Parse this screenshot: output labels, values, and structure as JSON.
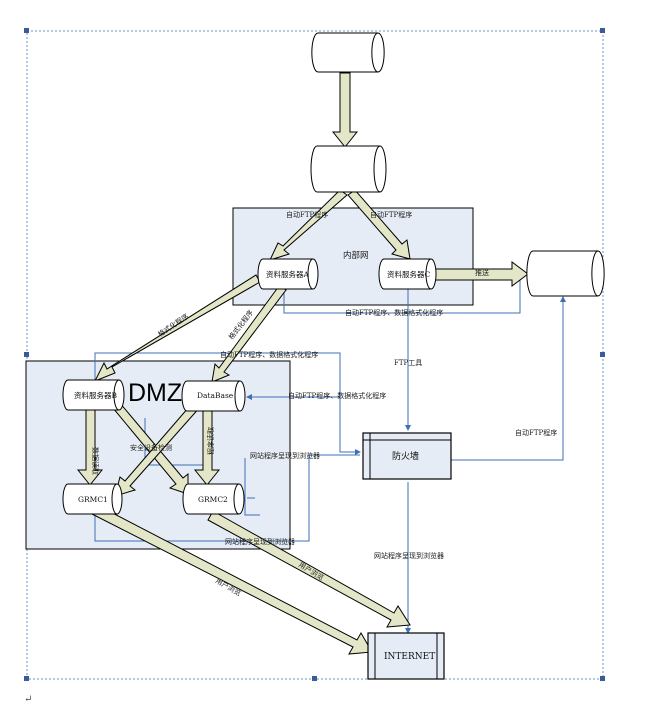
{
  "zones": {
    "internal": "内部网",
    "dmz": "DMZ"
  },
  "nodes": {
    "server_a": "资料服务器A",
    "server_c": "资料服务器C",
    "server_b": "资料服务器B",
    "database": "DataBase",
    "grmc1": "GRMC1",
    "grmc2": "GRMC2",
    "firewall": "防火墙",
    "internet": "INTERNET"
  },
  "labels": {
    "auto_ftp_1": "自动FTP程序",
    "auto_ftp_2": "自动FTP程序",
    "auto_ftp_format_1": "自动FTP程序、数据格式化程序",
    "auto_ftp_format_2": "自动FTP程序、数据格式化程序",
    "auto_ftp_format_3": "自动FTP程序、数据格式化程序",
    "auto_ftp_right": "自动FTP程序",
    "format_program": "格式化程序",
    "format_program_2": "格式化程序",
    "push": "推送",
    "ftp_tool": "FTP工具",
    "web_present_1": "网站程序呈现到浏览器",
    "web_present_2": "网站程序呈现到浏览器",
    "web_present_3": "网站程序呈现到浏览器",
    "user_browse_1": "用户浏览",
    "user_browse_2": "用户浏览",
    "mid_label": "数据读取",
    "read_program": "程序读取",
    "cross_label": "安全设备检测"
  },
  "colors": {
    "zone_fill": "#e6ecf6",
    "big_arrow_fill": "#e3e7c8",
    "thin_arrow": "#3e6fb5",
    "outline": "#000000"
  }
}
